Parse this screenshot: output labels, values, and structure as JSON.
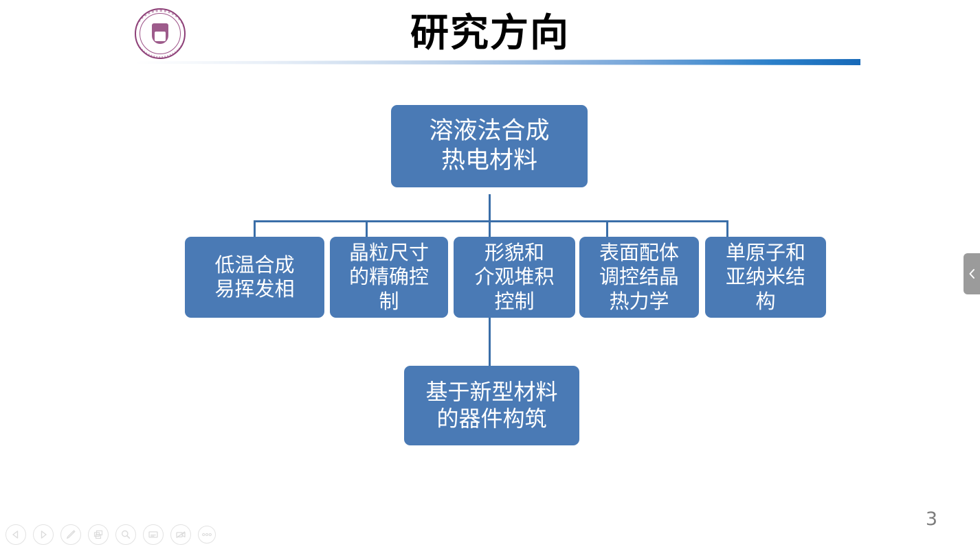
{
  "header": {
    "title": "研究方向",
    "logo_alt": "university-emblem",
    "rule_color_start": "#ffffff",
    "rule_color_end": "#1769b8"
  },
  "diagram": {
    "node_fill": "#4a7ab5",
    "connector_color": "#3a6ea8",
    "root": {
      "label": "溶液法合成\n热电材料"
    },
    "branches": [
      {
        "label": "低温合成\n易挥发相"
      },
      {
        "label": "晶粒尺寸\n的精确控\n制"
      },
      {
        "label": "形貌和\n介观堆积\n控制"
      },
      {
        "label": "表面配体\n调控结晶\n热力学"
      },
      {
        "label": "单原子和\n亚纳米结\n构"
      }
    ],
    "outcome": {
      "label": "基于新型材料\n的器件构筑"
    }
  },
  "toolbar": {
    "items": [
      {
        "icon": "previous-slide-icon",
        "label": "上一页"
      },
      {
        "icon": "next-slide-icon",
        "label": "下一页"
      },
      {
        "icon": "pen-icon",
        "label": "画笔"
      },
      {
        "icon": "slides-overview-icon",
        "label": "幻灯片预览"
      },
      {
        "icon": "magnifier-icon",
        "label": "放大镜"
      },
      {
        "icon": "notes-icon",
        "label": "备注"
      },
      {
        "icon": "camera-off-icon",
        "label": "关闭摄像头"
      },
      {
        "icon": "more-options-icon",
        "label": "更多"
      }
    ]
  },
  "panel": {
    "handle_icon": "chevron-left-icon",
    "handle_color": "#9b9b9b"
  },
  "footer": {
    "page_number": "3"
  }
}
